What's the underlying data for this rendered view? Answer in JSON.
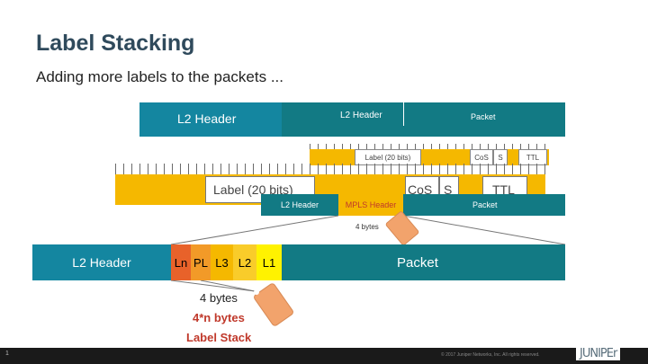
{
  "slide": {
    "title": "Label Stacking",
    "subtitle": "Adding more labels to the packets ...",
    "page_number": "1",
    "copyright": "© 2017 Juniper Networks, Inc. All rights reserved.",
    "logo": "JUNIPEr"
  },
  "top_packet": {
    "l2_header": "L2 Header",
    "l2_header_small": "L2 Header",
    "packet": "Packet"
  },
  "mpls_small": {
    "label": "Label (20 bits)",
    "cos": "CoS",
    "s": "S",
    "ttl": "TTL"
  },
  "mpls_large": {
    "label": "Label (20 bits)",
    "cos": "CoS",
    "s": "S",
    "ttl": "TTL"
  },
  "mid_packet": {
    "l2_header": "L2 Header",
    "mpls_header": "MPLS Header",
    "packet": "Packet",
    "tag": "4 bytes"
  },
  "bottom_packet": {
    "l2_header": "L2 Header",
    "labels": [
      "Ln",
      "PL",
      "L3",
      "L2",
      "L1"
    ],
    "packet": "Packet"
  },
  "annotations": {
    "bytes": "4 bytes",
    "n_bytes": "4*n bytes",
    "stack": "Label Stack"
  },
  "colors": {
    "teal": "#127a84",
    "yellow": "#f5b800",
    "orange": "#e8622a",
    "tag": "#f2a36c",
    "title": "#2f4a5c"
  }
}
